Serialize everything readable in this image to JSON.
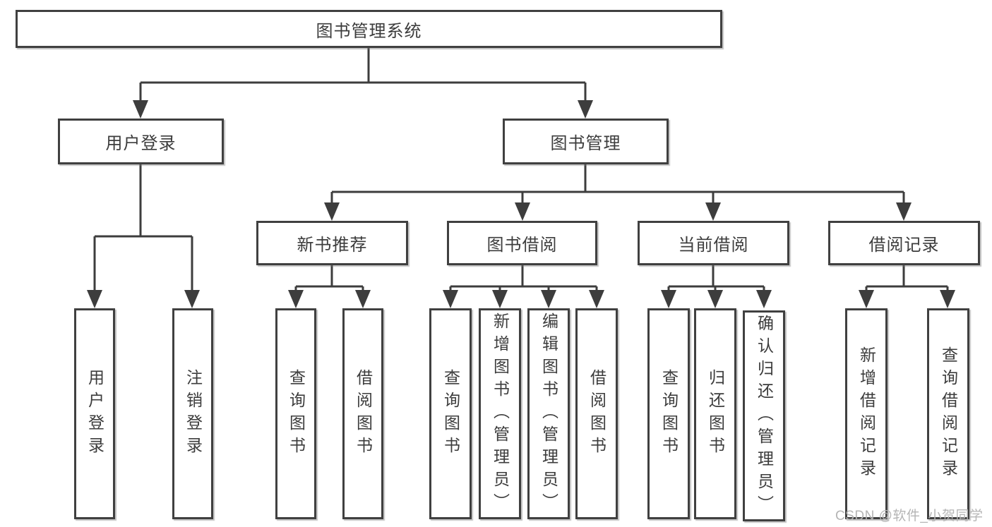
{
  "diagram": {
    "root": {
      "label": "图书管理系统"
    },
    "branches": [
      {
        "label": "用户登录",
        "children": [
          {
            "label": "用户登录"
          },
          {
            "label": "注销登录"
          }
        ]
      },
      {
        "label": "图书管理",
        "children": [
          {
            "label": "新书推荐",
            "children": [
              {
                "label": "查询图书"
              },
              {
                "label": "借阅图书"
              }
            ]
          },
          {
            "label": "图书借阅",
            "children": [
              {
                "label": "查询图书"
              },
              {
                "label": "新增图书（管理员）"
              },
              {
                "label": "编辑图书（管理员）"
              },
              {
                "label": "借阅图书"
              }
            ]
          },
          {
            "label": "当前借阅",
            "children": [
              {
                "label": "查询图书"
              },
              {
                "label": "归还图书"
              },
              {
                "label": "确认归还（管理员）"
              }
            ]
          },
          {
            "label": "借阅记录",
            "children": [
              {
                "label": "新增借阅记录"
              },
              {
                "label": "查询借阅记录"
              }
            ]
          }
        ]
      }
    ]
  },
  "watermark": {
    "text": "CSDN @软件_小贺同学"
  },
  "colors": {
    "line": "#3d3d3d",
    "box_border": "#404040",
    "box_fill": "#ffffff",
    "text": "#3c3c3c",
    "watermark": "#b5b5b5",
    "background": "#ffffff"
  }
}
